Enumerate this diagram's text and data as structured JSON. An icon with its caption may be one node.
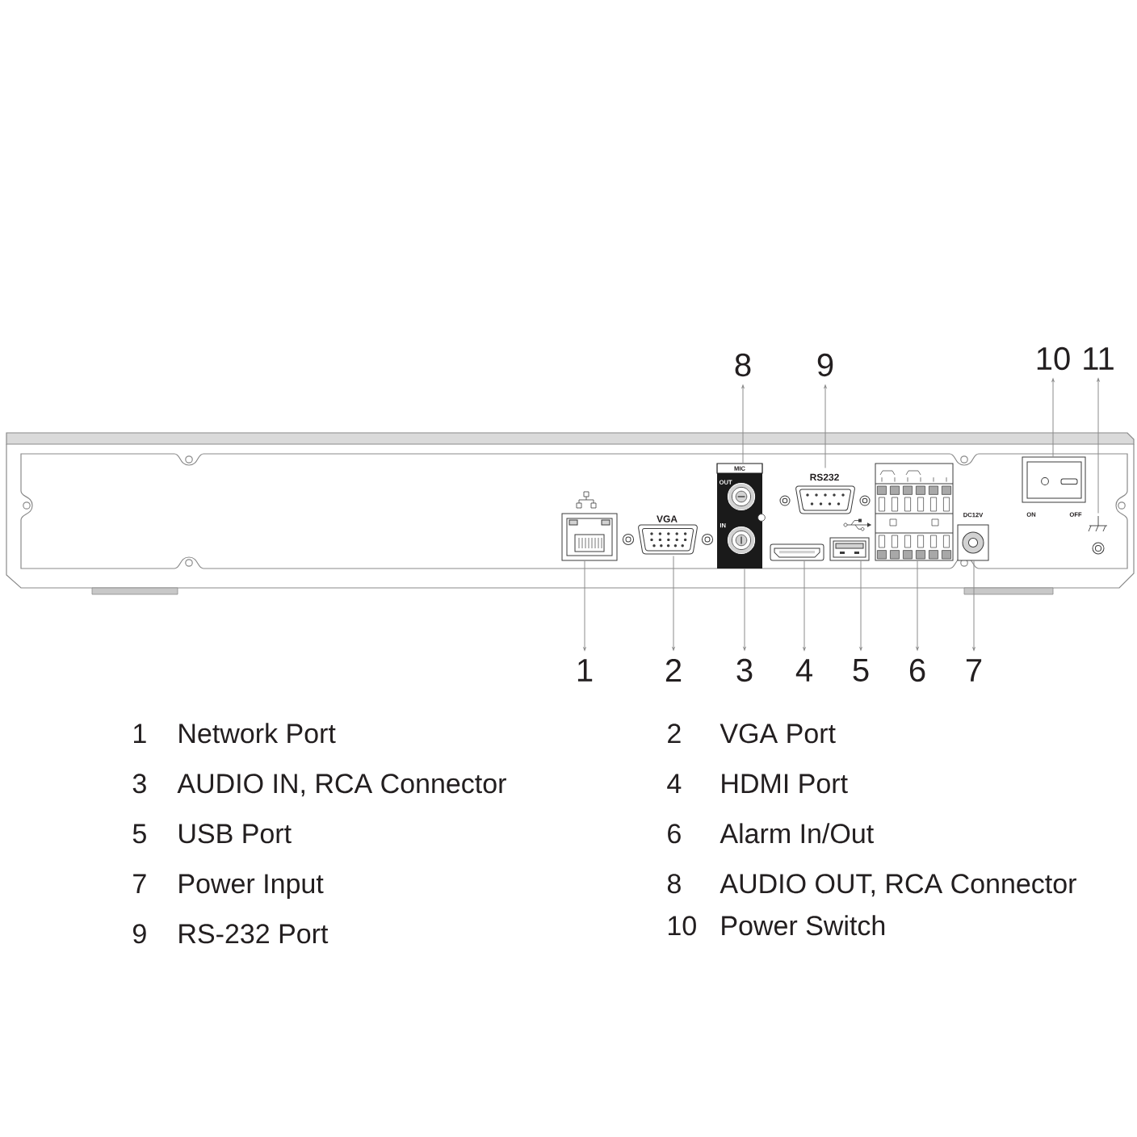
{
  "diagram": {
    "nodes": [
      {
        "text": [
          "8"
        ]
      },
      {
        "text": [
          "9"
        ]
      },
      {
        "text": [
          "10"
        ]
      },
      {
        "text": [
          "11"
        ]
      },
      {
        "text": [],
        "shape": "picture"
      },
      {
        "text": [],
        "shape": "picture",
        "beside": [
          "VGA"
        ]
      },
      {
        "text": [],
        "shape": "picture"
      },
      {
        "text": [],
        "shape": "picture",
        "beside": [
          "RS232"
        ]
      },
      {
        "text": [],
        "shape": "picture"
      },
      {
        "text": [],
        "shape": "picture"
      },
      {
        "text": [],
        "shape": "picture"
      },
      {
        "text": [],
        "shape": "picture"
      },
      {
        "text": [],
        "shape": "picture",
        "beside": [
          "DC12V"
        ]
      },
      {
        "text": [],
        "shape": "picture"
      },
      {
        "text": [],
        "shape": "picture"
      },
      {
        "text": [
          "1"
        ]
      },
      {
        "text": [
          "2"
        ]
      },
      {
        "text": [
          "3"
        ]
      },
      {
        "text": [
          "4"
        ]
      },
      {
        "text": [
          "5"
        ]
      },
      {
        "text": [
          "6"
        ]
      },
      {
        "text": [
          "7"
        ]
      }
    ],
    "edges": [
      {
        "from": 6,
        "to": 0,
        "arrow": "to"
      },
      {
        "from": 7,
        "to": 1,
        "arrow": "to"
      },
      {
        "from": 13,
        "to": 2,
        "arrow": "to"
      },
      {
        "from": 14,
        "to": 3,
        "arrow": "to"
      },
      {
        "from": 4,
        "to": 15,
        "arrow": "to"
      },
      {
        "from": 5,
        "to": 16,
        "arrow": "to"
      },
      {
        "from": 8,
        "to": 17,
        "arrow": "to"
      },
      {
        "from": 9,
        "to": 18,
        "arrow": "to"
      },
      {
        "from": 10,
        "to": 19,
        "arrow": "to"
      },
      {
        "from": 11,
        "to": 20,
        "arrow": "to"
      },
      {
        "from": 12,
        "to": 21,
        "arrow": "to"
      }
    ],
    "labels": [
      "MIC",
      "OUT",
      "ON",
      "OFF",
      "IN",
      "1",
      "Network Port",
      "2",
      "VGA Port",
      "3",
      "AUDIO IN, RCA Connector",
      "4",
      "HDMI Port",
      "5",
      "USB Port",
      "6",
      "Alarm In/Out",
      "7",
      "Power Input",
      "8",
      "AUDIO OUT, RCA Connector",
      "9",
      "RS-232 Port",
      "10",
      "Power Switch"
    ]
  }
}
